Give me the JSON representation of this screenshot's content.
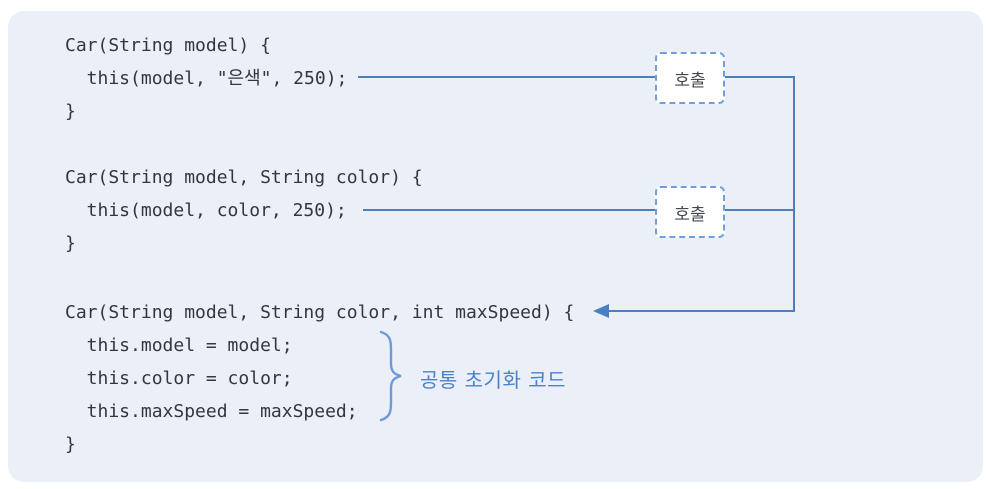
{
  "diagram": {
    "title": "constructor-chaining-diagram",
    "code_blocks": [
      {
        "id": "constructor-1-param",
        "lines": [
          "Car(String model) {",
          "  this(model, \"은색\", 250);",
          "}"
        ]
      },
      {
        "id": "constructor-2-params",
        "lines": [
          "Car(String model, String color) {",
          "  this(model, color, 250);",
          "}"
        ]
      },
      {
        "id": "constructor-3-params",
        "lines": [
          "Car(String model, String color, int maxSpeed) {",
          "  this.model = model;",
          "  this.color = color;",
          "  this.maxSpeed = maxSpeed;",
          "}"
        ]
      }
    ],
    "call_boxes": [
      {
        "label": "호출"
      },
      {
        "label": "호출"
      }
    ],
    "annotation": {
      "label": "공통 초기화 코드"
    },
    "colors": {
      "panel_bg": "#eaeff8",
      "connector": "#4c7fc0",
      "box_border": "#6fa0dc",
      "code_text": "#33373c",
      "annotation_text": "#4b82ca"
    }
  }
}
